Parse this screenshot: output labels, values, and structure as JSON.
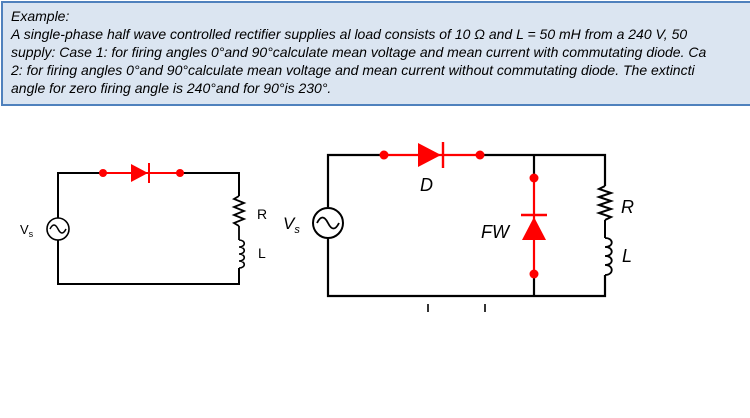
{
  "example": {
    "title": "Example:",
    "lines": [
      "A single-phase half wave controlled rectifier supplies al load consists of 10 Ω and L = 50 mH from a 240 V, 50",
      "supply: Case 1: for firing angles 0°and 90°calculate mean voltage and mean current with commutating diode. Ca",
      "2: for firing angles 0°and 90°calculate mean voltage and mean current without commutating diode. The extincti",
      "angle for zero firing angle is 240°and for 90°is 230°."
    ]
  },
  "circuit1": {
    "source_label": "V",
    "source_subscript": "s",
    "resistor_label": "R",
    "inductor_label": "L"
  },
  "circuit2": {
    "source_label": "V",
    "source_subscript": "s",
    "diode_label": "D",
    "freewheel_label": "FW",
    "resistor_label": "R",
    "inductor_label": "L"
  },
  "colors": {
    "box_fill": "#dbe5f1",
    "box_border": "#4f81bd",
    "component_red": "#ff0000",
    "wire": "#000000"
  }
}
